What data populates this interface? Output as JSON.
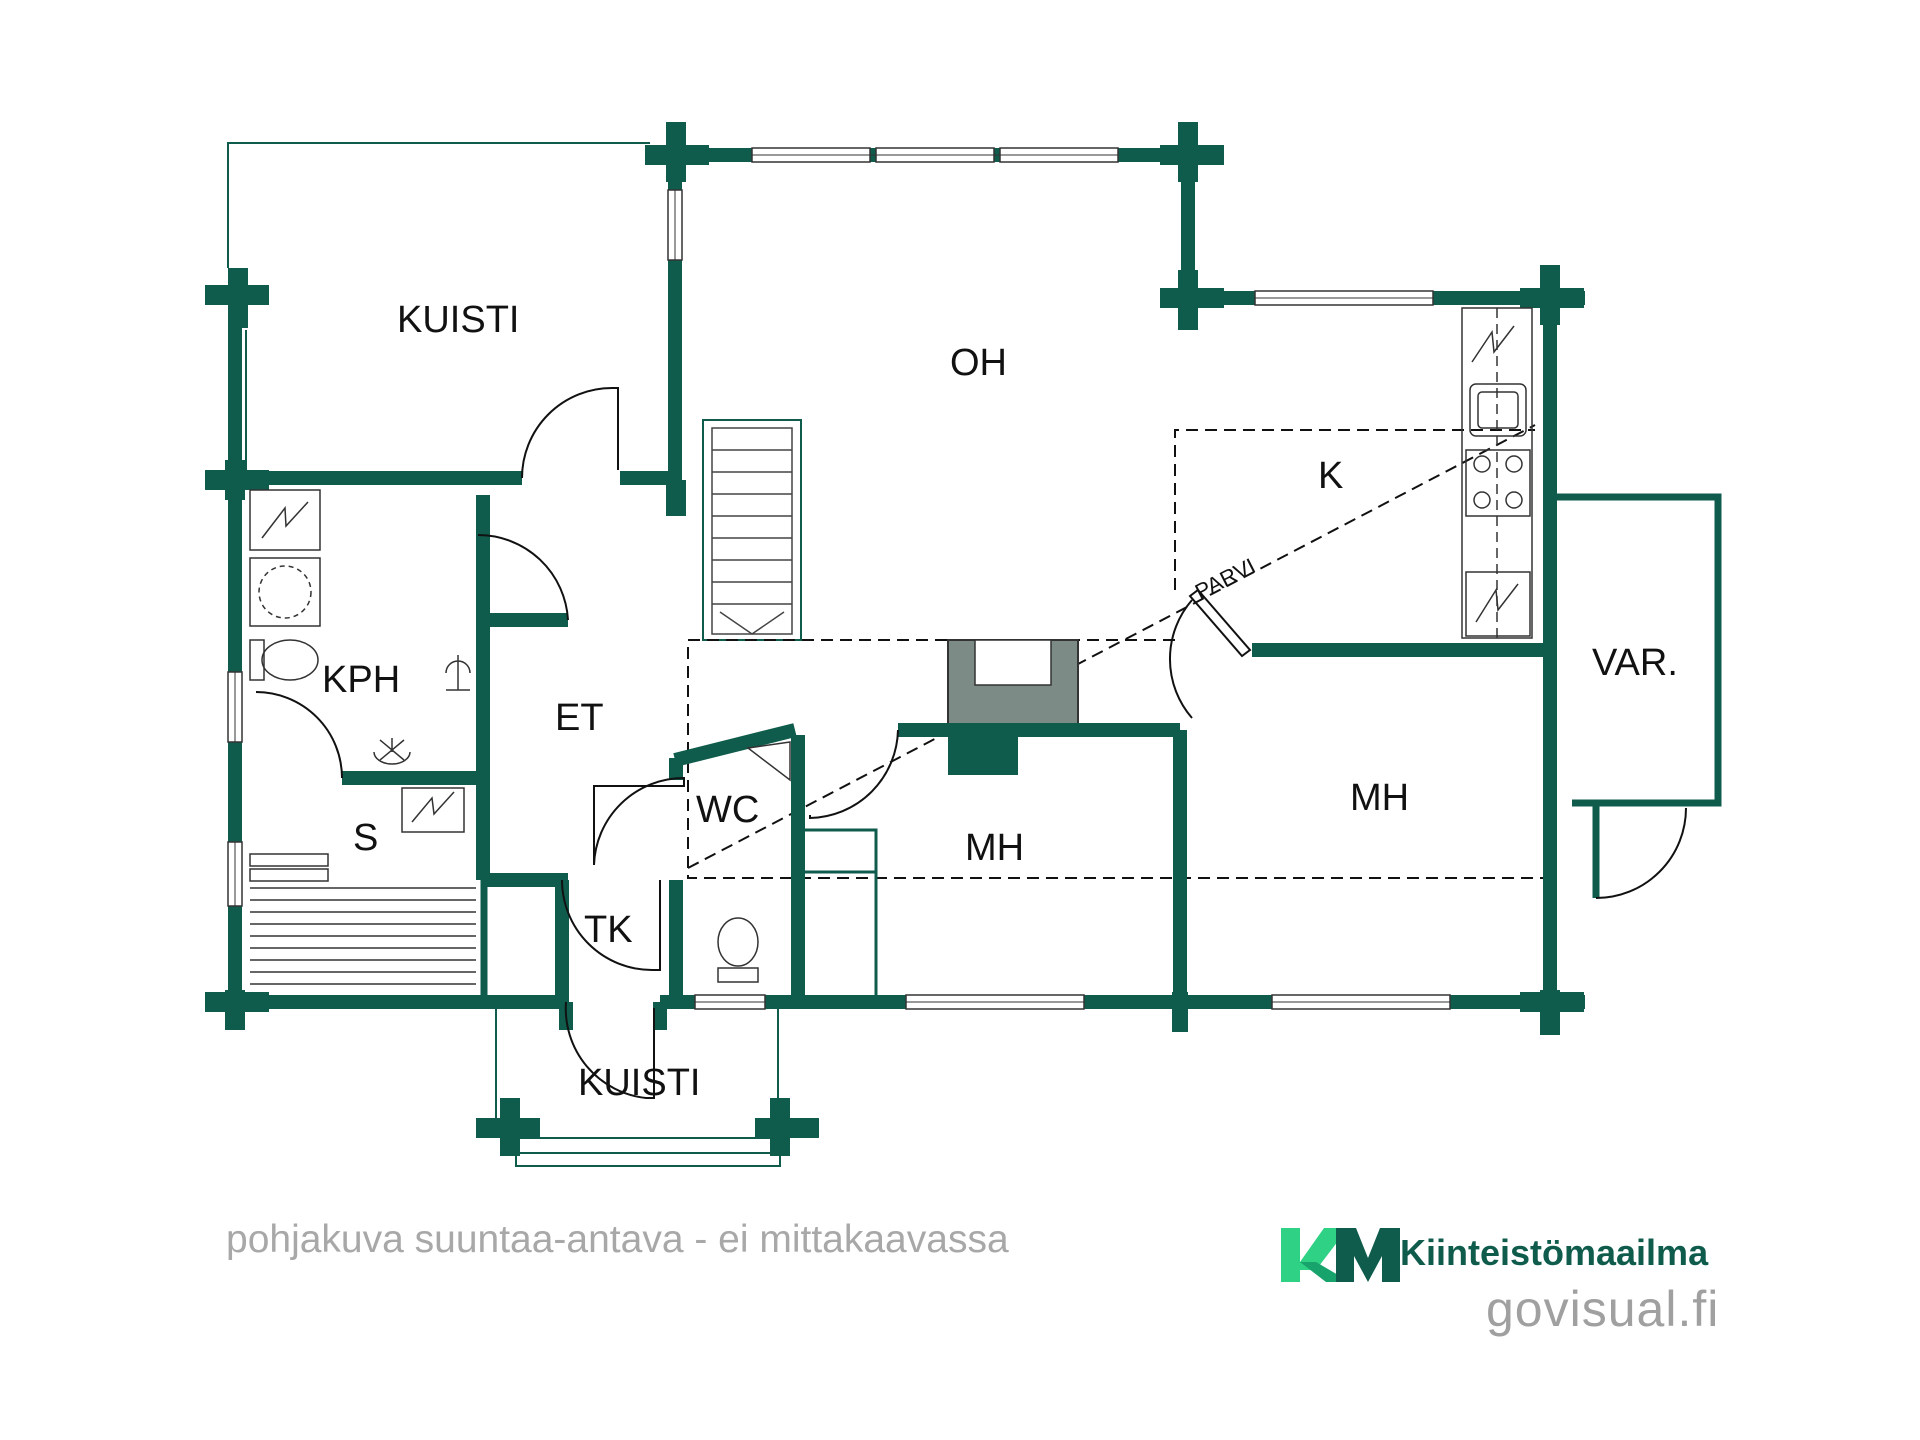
{
  "rooms": {
    "kuisti_top": "KUISTI",
    "oh": "OH",
    "k": "K",
    "parvi": "PARVI",
    "kph": "KPH",
    "et": "ET",
    "var": "VAR.",
    "s": "S",
    "wc": "WC",
    "mh_left": "MH",
    "mh_right": "MH",
    "tk": "TK",
    "kuisti_bottom": "KUISTI"
  },
  "caption": "pohjakuva suuntaa-antava - ei mittakaavassa",
  "brand": {
    "logo_text": "KM",
    "name": "Kiinteistömaailma",
    "credit": "govisual.fi"
  },
  "colors": {
    "wall": "#0f5c4c",
    "logo_light": "#2fd184",
    "logo_dark": "#0f5c4c",
    "caption": "#a8a8a8"
  }
}
